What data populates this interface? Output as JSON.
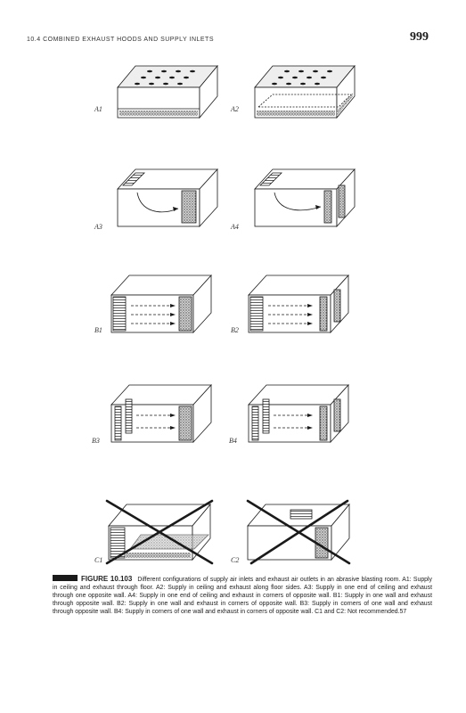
{
  "header": {
    "running_head": "10.4 COMBINED EXHAUST HOODS AND SUPPLY INLETS",
    "page_number": "999"
  },
  "figures": {
    "A1": "A1",
    "A2": "A2",
    "A3": "A3",
    "A4": "A4",
    "B1": "B1",
    "B2": "B2",
    "B3": "B3",
    "B4": "B4",
    "C1": "C1",
    "C2": "C2"
  },
  "caption": {
    "figure_number": "FIGURE 10.103",
    "text": "Different configurations of supply air inlets and exhaust air outlets in an abrasive blasting room. A1: Supply in ceiling and exhaust through floor. A2: Supply in ceiling and exhaust along floor sides. A3: Supply in one end of ceiling and exhaust through one opposite wall. A4: Supply in one end of ceiling and exhaust in corners of opposite wall. B1: Supply in one wall and exhaust through opposite wall. B2: Supply in one wall and exhaust in corners of opposite wall. B3: Supply in corners of one wall and exhaust through opposite wall. B4: Supply in corners of one wall and exhaust in corners of opposite wall. C1 and C2: Not recommended.57"
  },
  "colors": {
    "ink": "#1a1a1a",
    "stipple": "#777777"
  }
}
